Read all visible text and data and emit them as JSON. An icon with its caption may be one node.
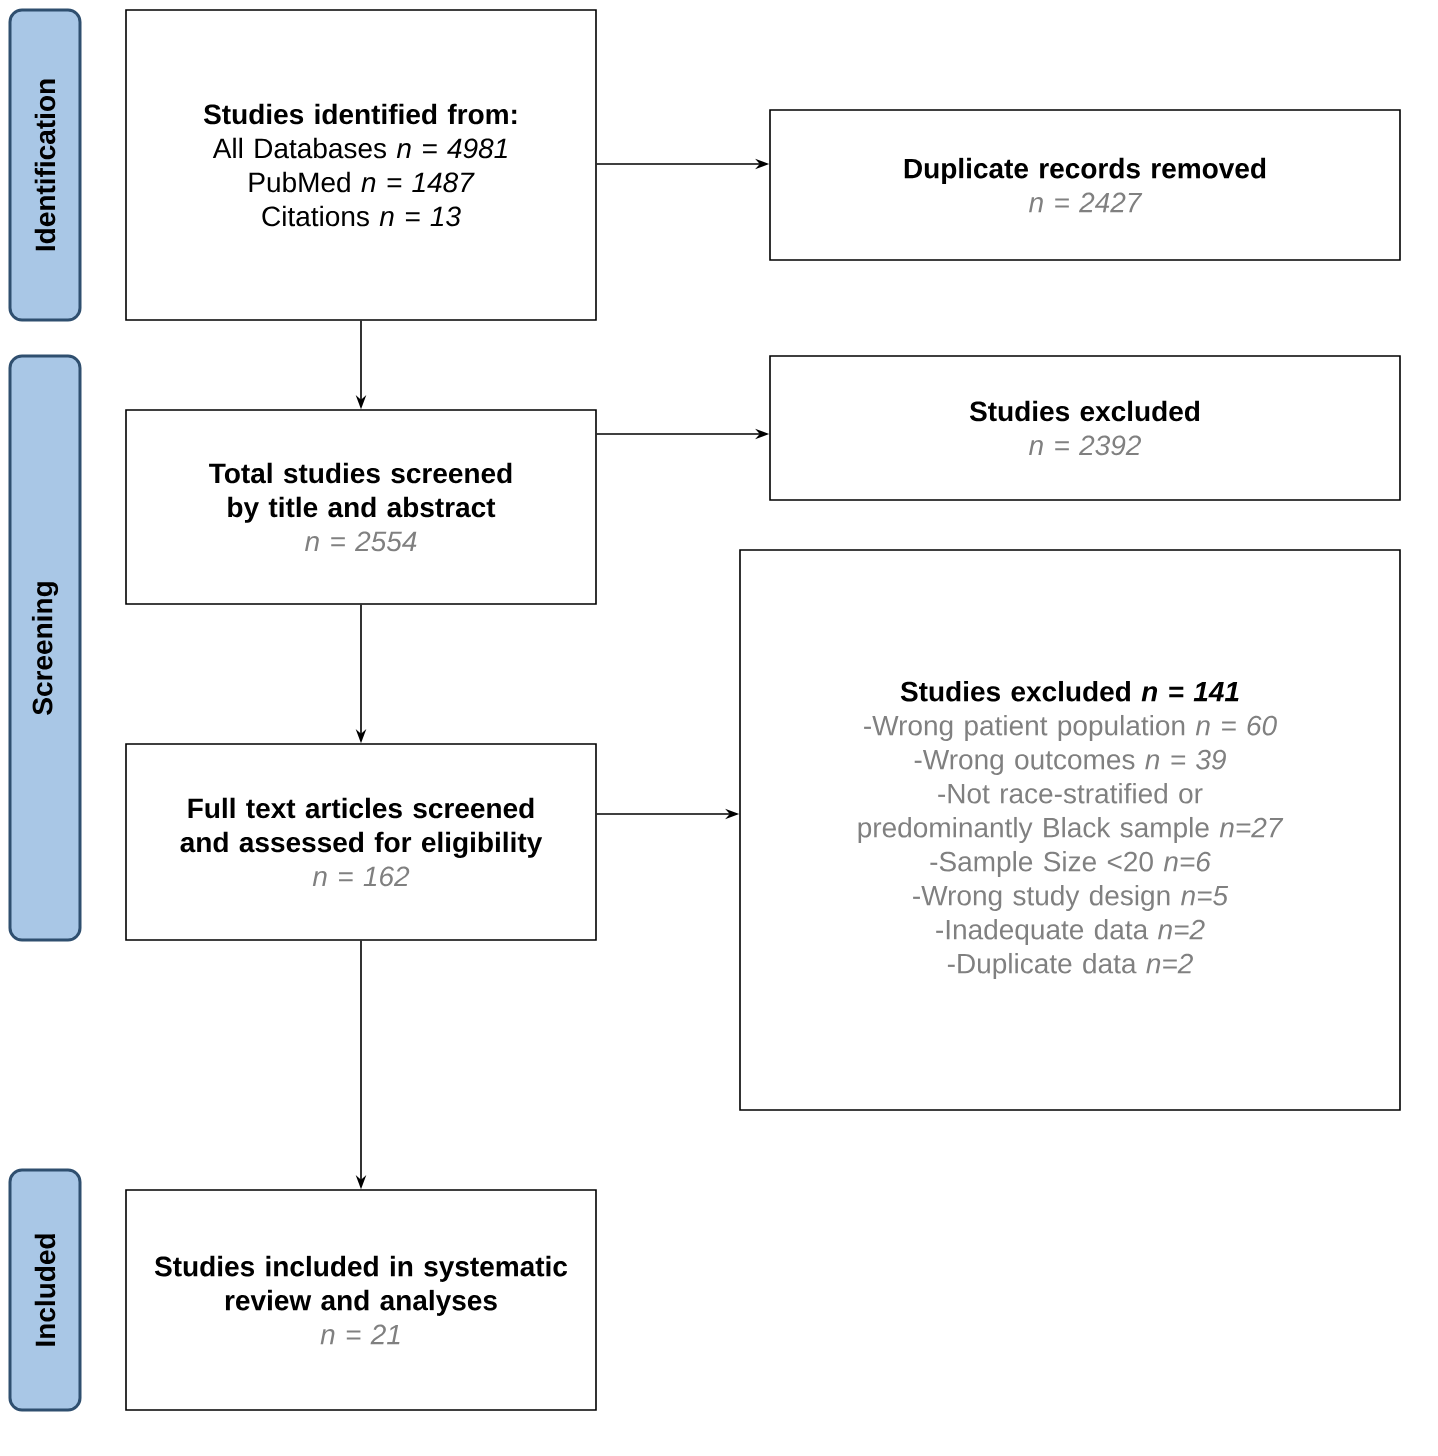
{
  "diagram": {
    "nodes": [
      {
        "text": [
          "Identification"
        ]
      },
      {
        "text": [
          "Screening"
        ]
      },
      {
        "text": [
          "Included"
        ]
      },
      {
        "text": [
          "Studies identified from:",
          "All Databases *n = 4981*",
          "PubMed *n = 1487*",
          "Citations *n = 13*"
        ]
      },
      {
        "text": [
          "Duplicate records removed",
          "n = 2427"
        ]
      },
      {
        "text": [
          "Total studies screened by title and abstract",
          "n = 2554"
        ]
      },
      {
        "text": [
          "Studies excluded",
          "n = 2392"
        ]
      },
      {
        "text": [
          "Full text articles screened and assessed for eligibility",
          "n = 162"
        ]
      },
      {
        "text": [
          "Studies excluded *n = 141*",
          "-Wrong patient population *n = 60*",
          "-Wrong outcomes *n = 39*",
          "-Not race-stratified or predominantly Black sample *n=27*",
          "-Sample Size <20 *n=6*",
          "-Wrong study design *n=5*",
          "-Inadequate data *n=2*",
          "-Duplicate data *n=2*"
        ]
      },
      {
        "text": [
          "Studies included in systematic review and analyses",
          "n = 21"
        ]
      }
    ],
    "edges": [
      {
        "from": 3,
        "to": 4,
        "arrow": "to"
      },
      {
        "from": 3,
        "to": 5,
        "arrow": "to"
      },
      {
        "from": 5,
        "to": 6,
        "arrow": "to"
      },
      {
        "from": 5,
        "to": 7,
        "arrow": "to"
      },
      {
        "from": 7,
        "to": 8,
        "arrow": "to"
      },
      {
        "from": 7,
        "to": 9,
        "arrow": "to"
      }
    ]
  }
}
